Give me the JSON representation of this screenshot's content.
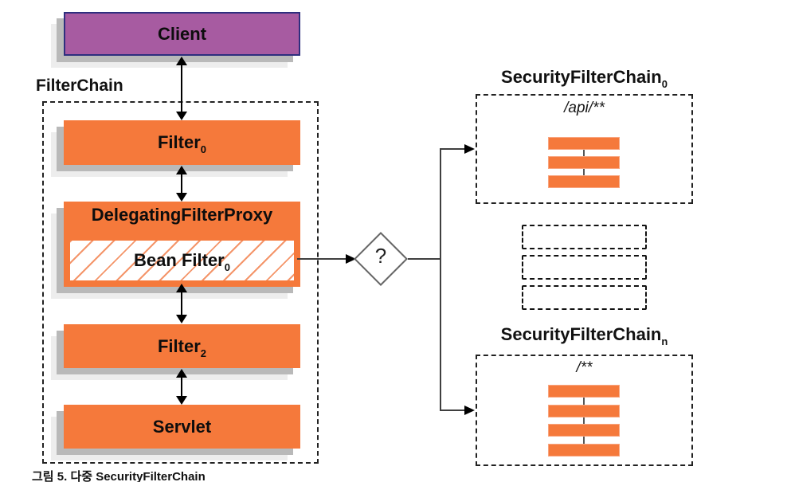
{
  "colors": {
    "orange": "#f5793b",
    "orange_light_border": "#f9a57f",
    "purple": "#a75ba1",
    "purple_border": "#2e2e7e",
    "shadow": "#b9b9b9",
    "line": "#3f3f3f",
    "dash_border": "#222222"
  },
  "left": {
    "client_label": "Client",
    "chain_label": "FilterChain",
    "filter0": {
      "base": "Filter",
      "sub": "0"
    },
    "delegating_proxy_label": "DelegatingFilterProxy",
    "bean_filter": {
      "base": "Bean Filter",
      "sub": "0"
    },
    "filter2": {
      "base": "Filter",
      "sub": "2"
    },
    "servlet_label": "Servlet"
  },
  "decision": {
    "label": "?"
  },
  "right": {
    "chain0": {
      "title": "SecurityFilterChain",
      "sub": "0",
      "pattern": "/api/**",
      "filter_count": 3
    },
    "placeholder_count": 3,
    "chainN": {
      "title": "SecurityFilterChain",
      "sub": "n",
      "pattern": "/**",
      "filter_count": 4
    }
  },
  "caption": "그림 5. 다중 SecurityFilterChain"
}
